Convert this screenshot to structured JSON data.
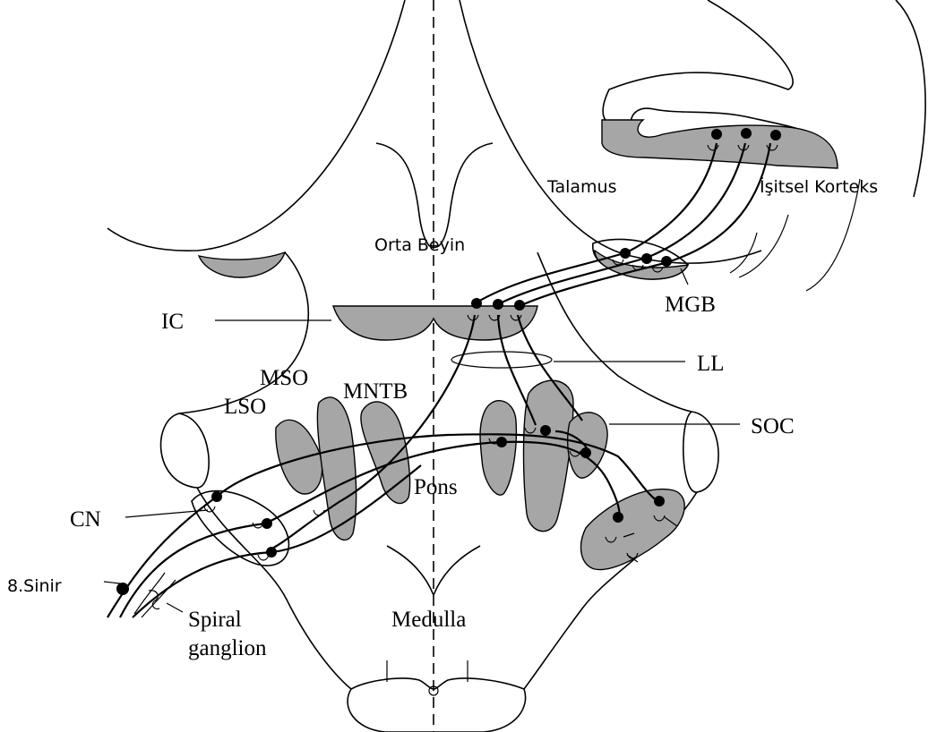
{
  "labels": {
    "talamus": "Talamus",
    "isitsel_korteks": "İşitsel Korteks",
    "orta_beyin": "Orta Beyin",
    "mgb": "MGB",
    "ic": "IC",
    "ll": "LL",
    "mso": "MSO",
    "mntb": "MNTB",
    "lso": "LSO",
    "soc": "SOC",
    "pons": "Pons",
    "cn": "CN",
    "sinir": "8.Sinir",
    "spiral": "Spiral",
    "ganglion": "ganglion",
    "medulla": "Medulla"
  },
  "colors": {
    "nucleus_fill": "#a6a6a6",
    "line": "#000000",
    "background": "#ffffff"
  }
}
